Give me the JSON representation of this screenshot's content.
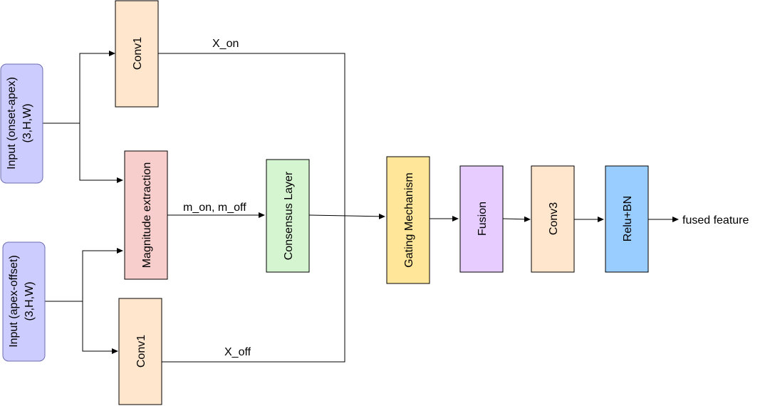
{
  "nodes": {
    "input_onset": {
      "line1": "Input (onset-apex)",
      "line2": "(3,H,W)",
      "fill": "#CCCCFF",
      "stroke": "#6C6CB0"
    },
    "input_offset": {
      "line1": "Input (apex-offset)",
      "line2": "(3,H,W)",
      "fill": "#CCCCFF",
      "stroke": "#6C6CB0"
    },
    "conv1_top": {
      "label": "Conv1",
      "fill": "#FFE6CC",
      "stroke": "#000000"
    },
    "conv1_bottom": {
      "label": "Conv1",
      "fill": "#FFE6CC",
      "stroke": "#000000"
    },
    "magnitude": {
      "label": "Magnitude extraction",
      "fill": "#F8CECC",
      "stroke": "#000000"
    },
    "consensus": {
      "label": "Consensus Layer",
      "fill": "#D5F5D0",
      "stroke": "#000000"
    },
    "gating": {
      "label": "Gating Mechanism",
      "fill": "#FFE699",
      "stroke": "#000000"
    },
    "fusion": {
      "label": "Fusion",
      "fill": "#E6CCFF",
      "stroke": "#000000"
    },
    "conv3": {
      "label": "Conv3",
      "fill": "#FFE6CC",
      "stroke": "#000000"
    },
    "relubn": {
      "label": "Relu+BN",
      "fill": "#99CCFF",
      "stroke": "#000000"
    }
  },
  "edge_labels": {
    "x_on": "X_on",
    "x_off": "X_off",
    "m_on_off": "m_on, m_off",
    "output": "fused feature"
  }
}
